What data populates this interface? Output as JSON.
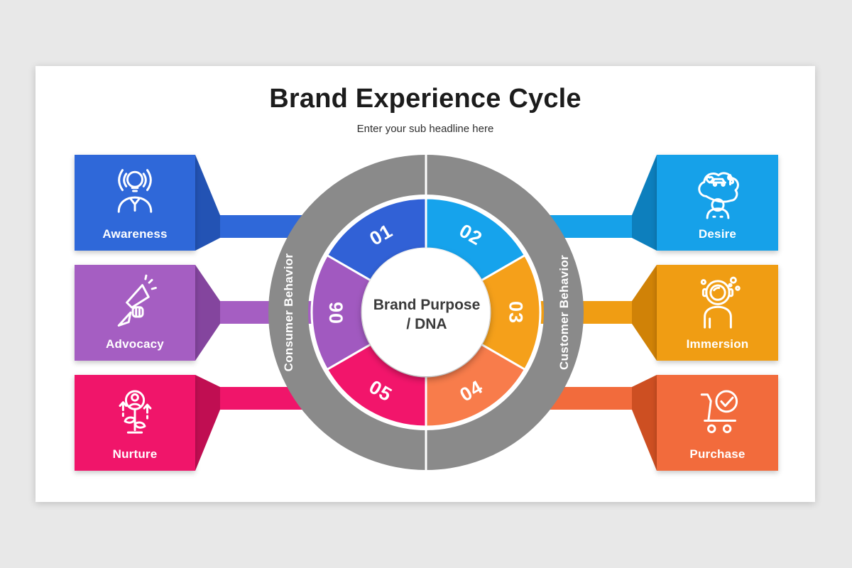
{
  "slide": {
    "title": "Brand Experience Cycle",
    "subtitle": "Enter your sub headline here"
  },
  "cycle": {
    "center": {
      "line1": "Brand Purpose",
      "line2": "/ DNA"
    },
    "ring": {
      "left_label": "Consumer Behavior",
      "right_label": "Customer Behavior",
      "color": "#8a8a8a"
    },
    "segments": [
      {
        "number": "01",
        "color": "#3161d6",
        "start": 300,
        "end": 360,
        "rotation": -30
      },
      {
        "number": "02",
        "color": "#16a3ec",
        "start": 0,
        "end": 60,
        "rotation": 30
      },
      {
        "number": "03",
        "color": "#f5a01a",
        "start": 60,
        "end": 120,
        "rotation": 90
      },
      {
        "number": "04",
        "color": "#f87c4b",
        "start": 120,
        "end": 180,
        "rotation": -30
      },
      {
        "number": "05",
        "color": "#f2156b",
        "start": 180,
        "end": 240,
        "rotation": 30
      },
      {
        "number": "06",
        "color": "#a159c0",
        "start": 240,
        "end": 300,
        "rotation": -90
      }
    ]
  },
  "left_items": [
    {
      "label": "Awareness",
      "icon": "awareness-icon",
      "color": "#2f68d9",
      "fold_color": "#2353b4"
    },
    {
      "label": "Advocacy",
      "icon": "advocacy-icon",
      "color": "#a55ec2",
      "fold_color": "#84459e"
    },
    {
      "label": "Nurture",
      "icon": "nurture-icon",
      "color": "#f0156a",
      "fold_color": "#c00e52"
    }
  ],
  "right_items": [
    {
      "label": "Desire",
      "icon": "desire-icon",
      "color": "#16a1e9",
      "fold_color": "#0d7fbd"
    },
    {
      "label": "Immersion",
      "icon": "immersion-icon",
      "color": "#f09d13",
      "fold_color": "#d08207"
    },
    {
      "label": "Purchase",
      "icon": "purchase-icon",
      "color": "#f26b3c",
      "fold_color": "#cd4f22"
    }
  ]
}
